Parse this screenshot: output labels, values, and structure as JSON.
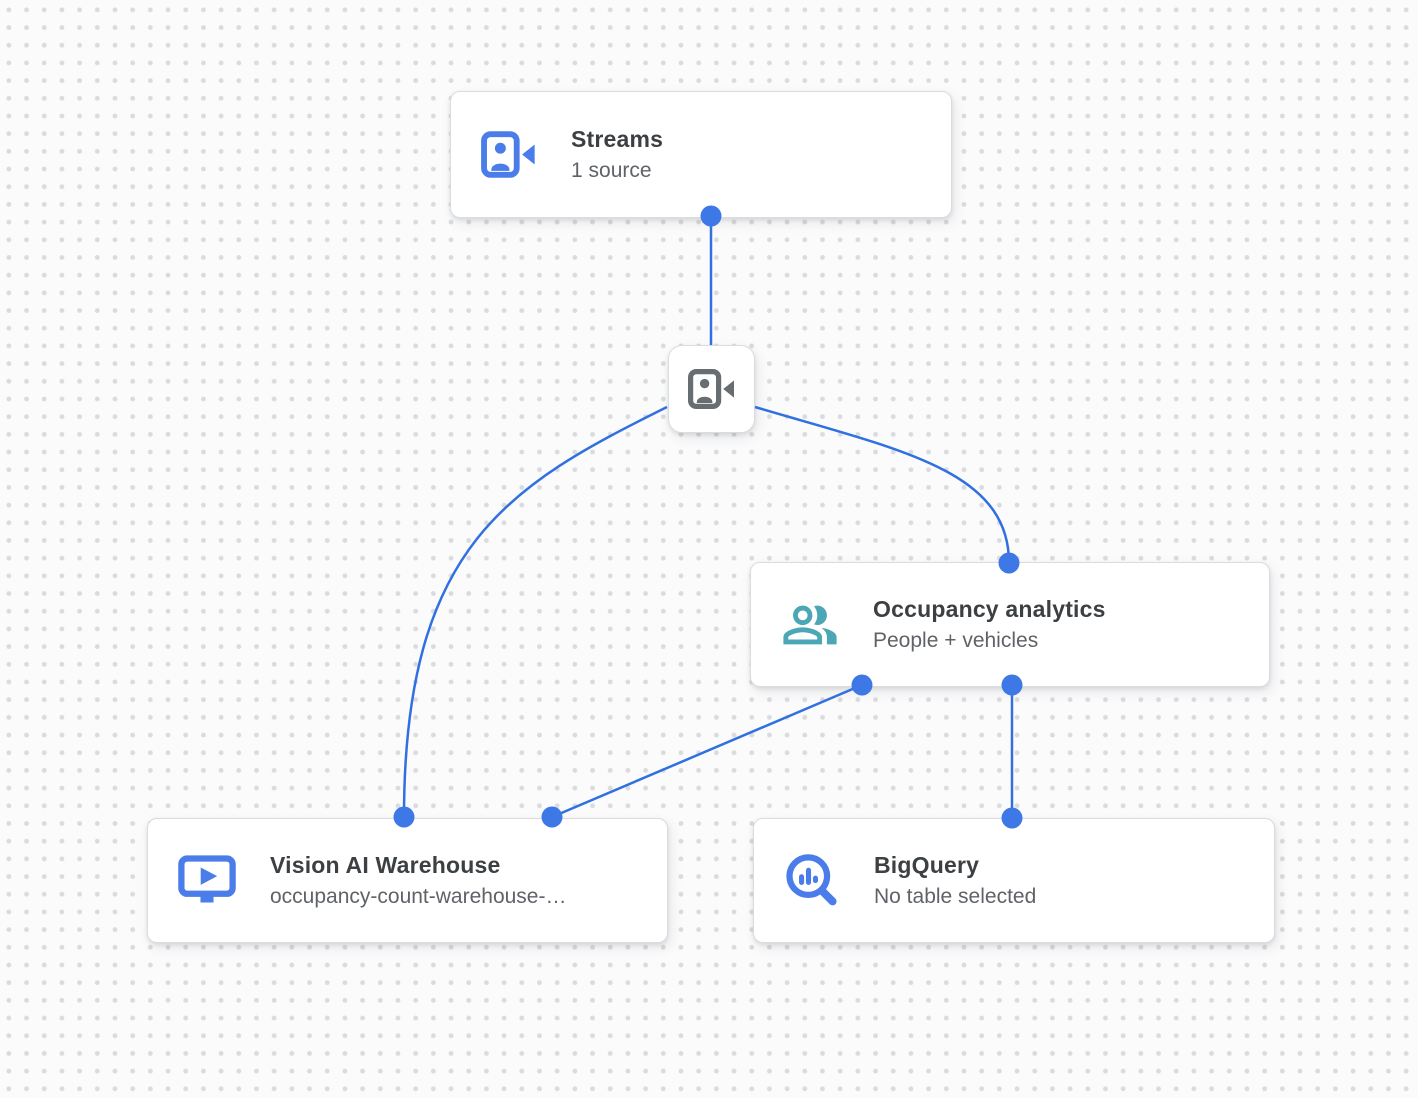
{
  "app": {
    "view": "application-graph-canvas"
  },
  "colors": {
    "edge_color": "#3070e0",
    "handle_color": "#3d78e6",
    "card_border": "#dadce0",
    "title_color": "#3c4043",
    "subtitle_color": "#5f6368",
    "icon_blue": "#4a7de9",
    "icon_gray": "#686d71",
    "icon_teal": "#4ba6b5",
    "canvas_bg": "#fbfbfc",
    "grid_dot": "#d9dbdf"
  },
  "nodes": [
    {
      "id": "streams",
      "title": "Streams",
      "subtitle": "1 source",
      "icon": "video-camera-front-icon"
    },
    {
      "id": "camera-processor",
      "title": "",
      "subtitle": "",
      "icon": "video-camera-front-icon"
    },
    {
      "id": "occupancy-analytics",
      "title": "Occupancy analytics",
      "subtitle": "People + vehicles",
      "icon": "people-icon"
    },
    {
      "id": "vision-ai-warehouse",
      "title": "Vision AI Warehouse",
      "subtitle": "occupancy-count-warehouse-…",
      "icon": "media-warehouse-icon"
    },
    {
      "id": "bigquery",
      "title": "BigQuery",
      "subtitle": "No table selected",
      "icon": "bigquery-icon"
    }
  ],
  "edges": [
    {
      "from": "streams",
      "to": "camera-processor"
    },
    {
      "from": "camera-processor",
      "to": "vision-ai-warehouse"
    },
    {
      "from": "camera-processor",
      "to": "occupancy-analytics"
    },
    {
      "from": "occupancy-analytics",
      "to": "vision-ai-warehouse"
    },
    {
      "from": "occupancy-analytics",
      "to": "bigquery"
    }
  ]
}
